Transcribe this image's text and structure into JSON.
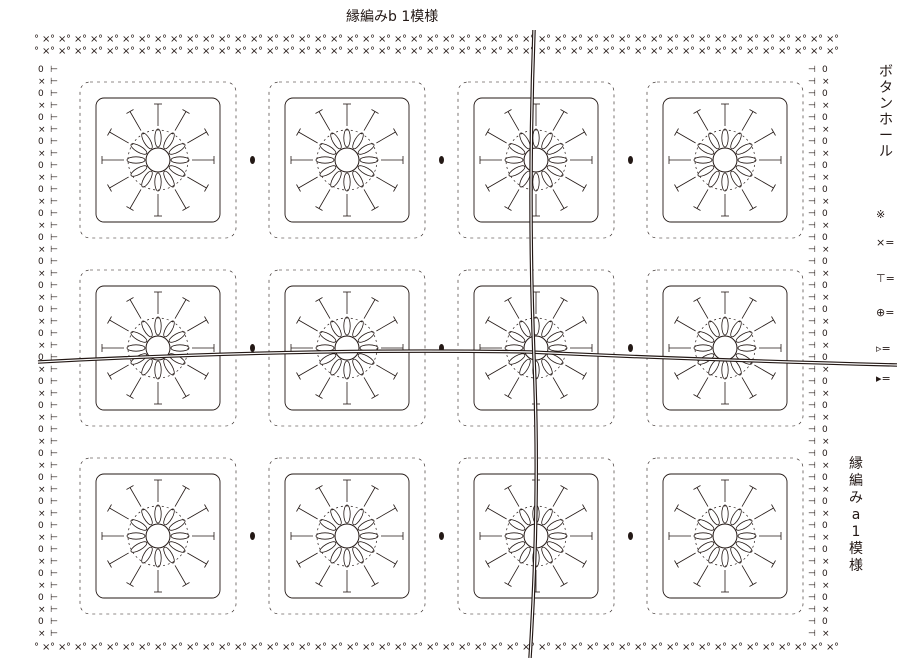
{
  "labels": {
    "top_repeat": "縁編みb 1模様",
    "buttonhole": "ボタンホール",
    "side_repeat": "縁編み a 1模様"
  },
  "legend": {
    "note": "※",
    "sc": "×=",
    "dc": "=",
    "bobble": "=",
    "join": "=",
    "cut": "="
  },
  "colors": {
    "ink": "#231815",
    "paper": "#ffffff"
  },
  "motif_grid": {
    "columns": 4,
    "rows": 3
  }
}
